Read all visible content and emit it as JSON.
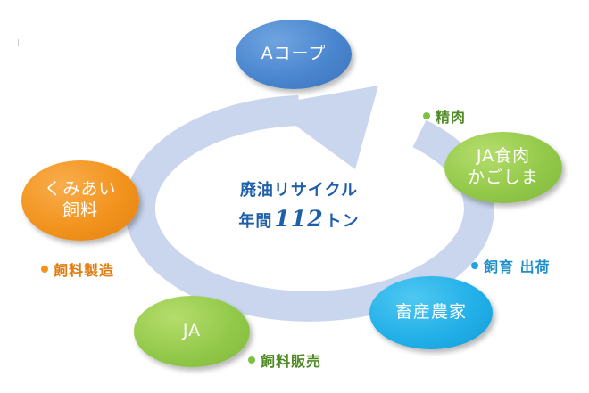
{
  "nodes": {
    "acoop": "Aコープ",
    "ja_shokuniku_line1": "JA食肉",
    "ja_shokuniku_line2": "かごしま",
    "chikusan_noka": "畜産農家",
    "ja": "JA",
    "kumiai_line1": "くみあい",
    "kumiai_line2": "飼料"
  },
  "labels": {
    "seiniku": "精肉",
    "shiiku_shukka": "飼育 出荷",
    "shiryo_hanbai": "飼料販売",
    "shiryo_seizo": "飼料製造"
  },
  "center": {
    "line1": "廃油リサイクル",
    "line2_prefix": "年間",
    "line2_number": "112",
    "line2_suffix": "トン"
  },
  "colors": {
    "ring": "#c9d6ee",
    "center_text": "#1f5faa",
    "blue_node": "#4a86cf",
    "green_node": "#93c94a",
    "cyan_node": "#23b0e8",
    "orange_node": "#f2931e"
  }
}
